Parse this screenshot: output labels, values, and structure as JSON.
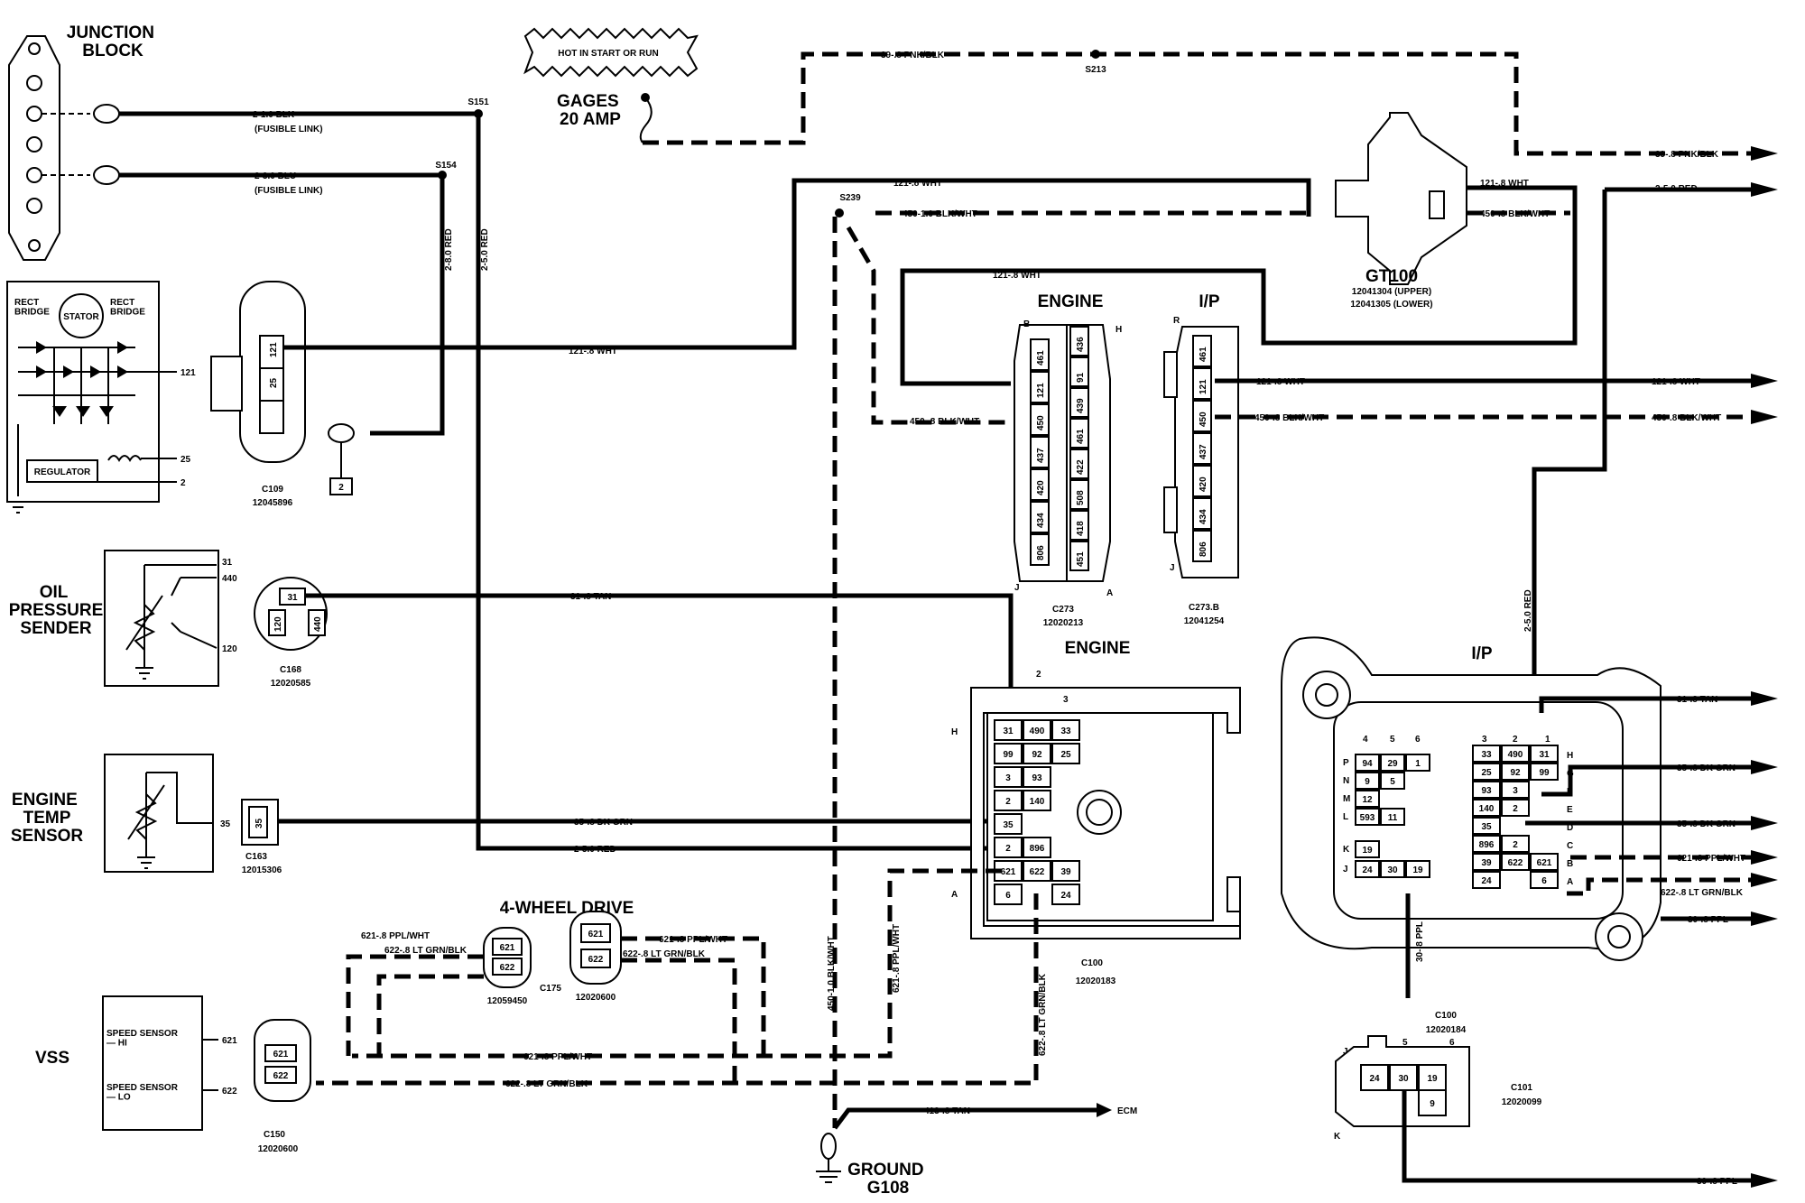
{
  "components": {
    "junction_block": "JUNCTION\nBLOCK",
    "hot_in_start_or_run": "HOT IN START OR RUN",
    "gages_fuse": "GAGES\n20 AMP",
    "generator": {
      "rect_bridge_left": "RECT\nBRIDGE",
      "stator": "STATOR",
      "rect_bridge_right": "RECT\nBRIDGE",
      "regulator": "REGULATOR",
      "pins": [
        "121",
        "25",
        "2"
      ]
    },
    "oil_pressure_sender": "OIL\nPRESSURE\nSENDER",
    "oil_pins": [
      "31",
      "440",
      "120"
    ],
    "engine_temp_sensor": "ENGINE\nTEMP\nSENSOR",
    "engine_temp_pin": "35",
    "vss": "VSS",
    "speed_sensor_hi": "SPEED SENSOR\n— HI",
    "speed_sensor_lo": "SPEED SENSOR\n— LO",
    "vss_pins": [
      "621",
      "622"
    ],
    "four_wheel_drive": "4-WHEEL DRIVE",
    "ground": "GROUND\nG108",
    "ecm": "ECM",
    "engine_label": "ENGINE",
    "ip_label": "I/P"
  },
  "connectors": {
    "c109": {
      "name": "C109",
      "part": "12045896",
      "pins": [
        "121",
        "25"
      ],
      "stub": "2"
    },
    "c168": {
      "name": "C168",
      "part": "12020585",
      "pins": [
        "31",
        "120",
        "440"
      ]
    },
    "c163": {
      "name": "C163",
      "part": "12015306",
      "pins": [
        "35"
      ]
    },
    "c150": {
      "name": "C150",
      "part": "12020600",
      "pins": [
        "621",
        "622"
      ]
    },
    "c175": {
      "name": "C175",
      "part_left": "12059450",
      "part_right": "12020600",
      "pins": [
        "621",
        "622"
      ]
    },
    "c273": {
      "name": "C273",
      "part": "12020213",
      "left_pins": [
        "461",
        "121",
        "450",
        "437",
        "420",
        "434",
        "806"
      ],
      "right_pins": [
        "436",
        "91",
        "439",
        "461",
        "422",
        "508",
        "418",
        "451"
      ],
      "corners": [
        "B",
        "H",
        "J",
        "A"
      ]
    },
    "c273b": {
      "name": "C273.B",
      "part": "12041254",
      "pins": [
        "461",
        "121",
        "450",
        "437",
        "420",
        "434",
        "806"
      ],
      "corners": [
        "R",
        "J"
      ]
    },
    "gt100": {
      "name": "GT100",
      "part_upper": "12041304 (UPPER)",
      "part_lower": "12041305 (LOWER)"
    },
    "c100_engine": {
      "name": "C100",
      "part": "12020183",
      "rows": [
        [
          "31",
          "490",
          "33"
        ],
        [
          "99",
          "92",
          "25"
        ],
        [
          "3",
          "93"
        ],
        [
          "2",
          "140"
        ],
        [
          "35"
        ],
        [
          "2",
          "896"
        ],
        [
          "621",
          "622",
          "39"
        ],
        [
          "6",
          "",
          "24"
        ]
      ],
      "letters": [
        "2",
        "3",
        "H",
        "A"
      ]
    },
    "c100_ip": {
      "name": "C100",
      "part": "12020184",
      "left_rows": [
        [
          "94",
          "29",
          "1"
        ],
        [
          "9",
          "5"
        ],
        [
          "12"
        ],
        [
          "593",
          "11"
        ],
        [
          "19"
        ],
        [
          "24",
          "30",
          "19"
        ]
      ],
      "right_rows": [
        [
          "33",
          "490",
          "31"
        ],
        [
          "25",
          "92",
          "99"
        ],
        [
          "93",
          "3"
        ],
        [
          "140",
          "2"
        ],
        [
          "35"
        ],
        [
          "896",
          "2"
        ],
        [
          "39",
          "622",
          "621"
        ],
        [
          "24",
          "",
          "6"
        ]
      ],
      "row_letters": [
        "P",
        "N",
        "M",
        "L",
        "K",
        "J"
      ],
      "right_letters": [
        "H",
        "G",
        "F",
        "E",
        "D",
        "C",
        "B",
        "A"
      ],
      "top_numbers": [
        "4",
        "5",
        "6",
        "3",
        "2",
        "1"
      ]
    },
    "c101": {
      "name": "C101",
      "part": "12020099",
      "pins": [
        "24",
        "30",
        "19",
        "9"
      ],
      "letters": [
        "J",
        "5",
        "6",
        "K"
      ]
    }
  },
  "splices": [
    "S151",
    "S154",
    "S213",
    "S239"
  ],
  "wires": {
    "blk_fusible": "2-1.0 BLK",
    "blu_fusible": "2-3.0 BLU",
    "fusible_link": "(FUSIBLE LINK)",
    "red_8": "2-8.0 RED",
    "red_5": "2-5.0 RED",
    "wht_121": "121-.8 WHT",
    "pnk_39": "39-.8 PNK/BLK",
    "blkwht_450_1": "450-1.0 BLK/WHT",
    "blkwht_450": "450-.8 BLK/WHT",
    "tan_31": "31-.8 TAN",
    "dkgrn_35": "35-.8 DK GRN",
    "ppl_621": "621-.8 PPL/WHT",
    "ltgrn_622": "622-.8 LT GRN/BLK",
    "ppl_30": "30-.8 PPL",
    "tan_413": "413-.8 TAN",
    "red_5_ip": "2-5.0 RED"
  }
}
